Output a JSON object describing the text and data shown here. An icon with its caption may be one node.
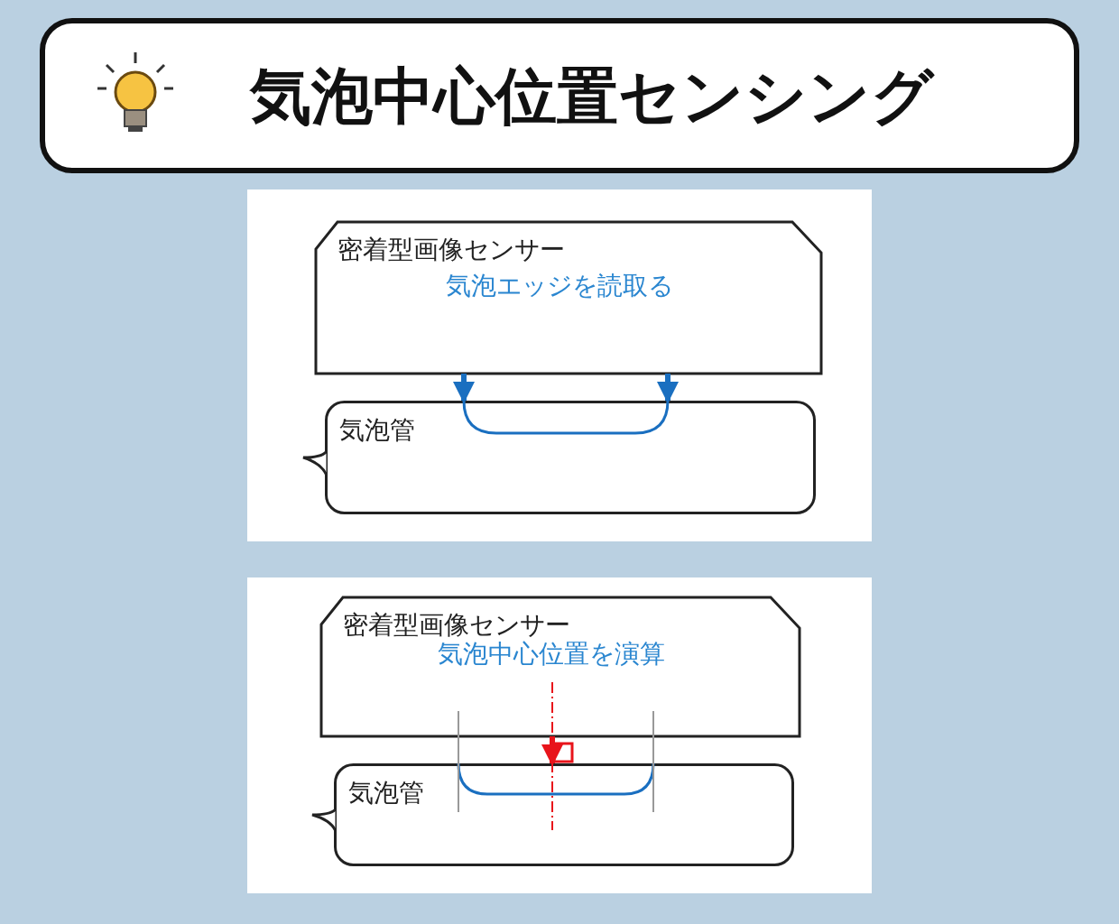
{
  "diagram": {
    "nodes": [
      {
        "text": [
          "気泡中心位置センシング"
        ]
      },
      {
        "text": [
          "密着型画像センサー",
          "気泡エッジを読取る"
        ]
      },
      {
        "text": [
          "気泡管"
        ]
      },
      {
        "text": [
          "密着型画像センサー",
          "気泡中心位置を演算"
        ]
      },
      {
        "text": [
          "気泡管"
        ]
      }
    ],
    "edges": [
      {
        "from": 1,
        "to": 2,
        "arrow": "to",
        "color": "#1a6fc0"
      },
      {
        "from": 1,
        "to": 2,
        "arrow": "to",
        "color": "#1a6fc0"
      },
      {
        "from": 3,
        "to": 4,
        "arrow": "to",
        "color": "#e8141b"
      }
    ]
  }
}
